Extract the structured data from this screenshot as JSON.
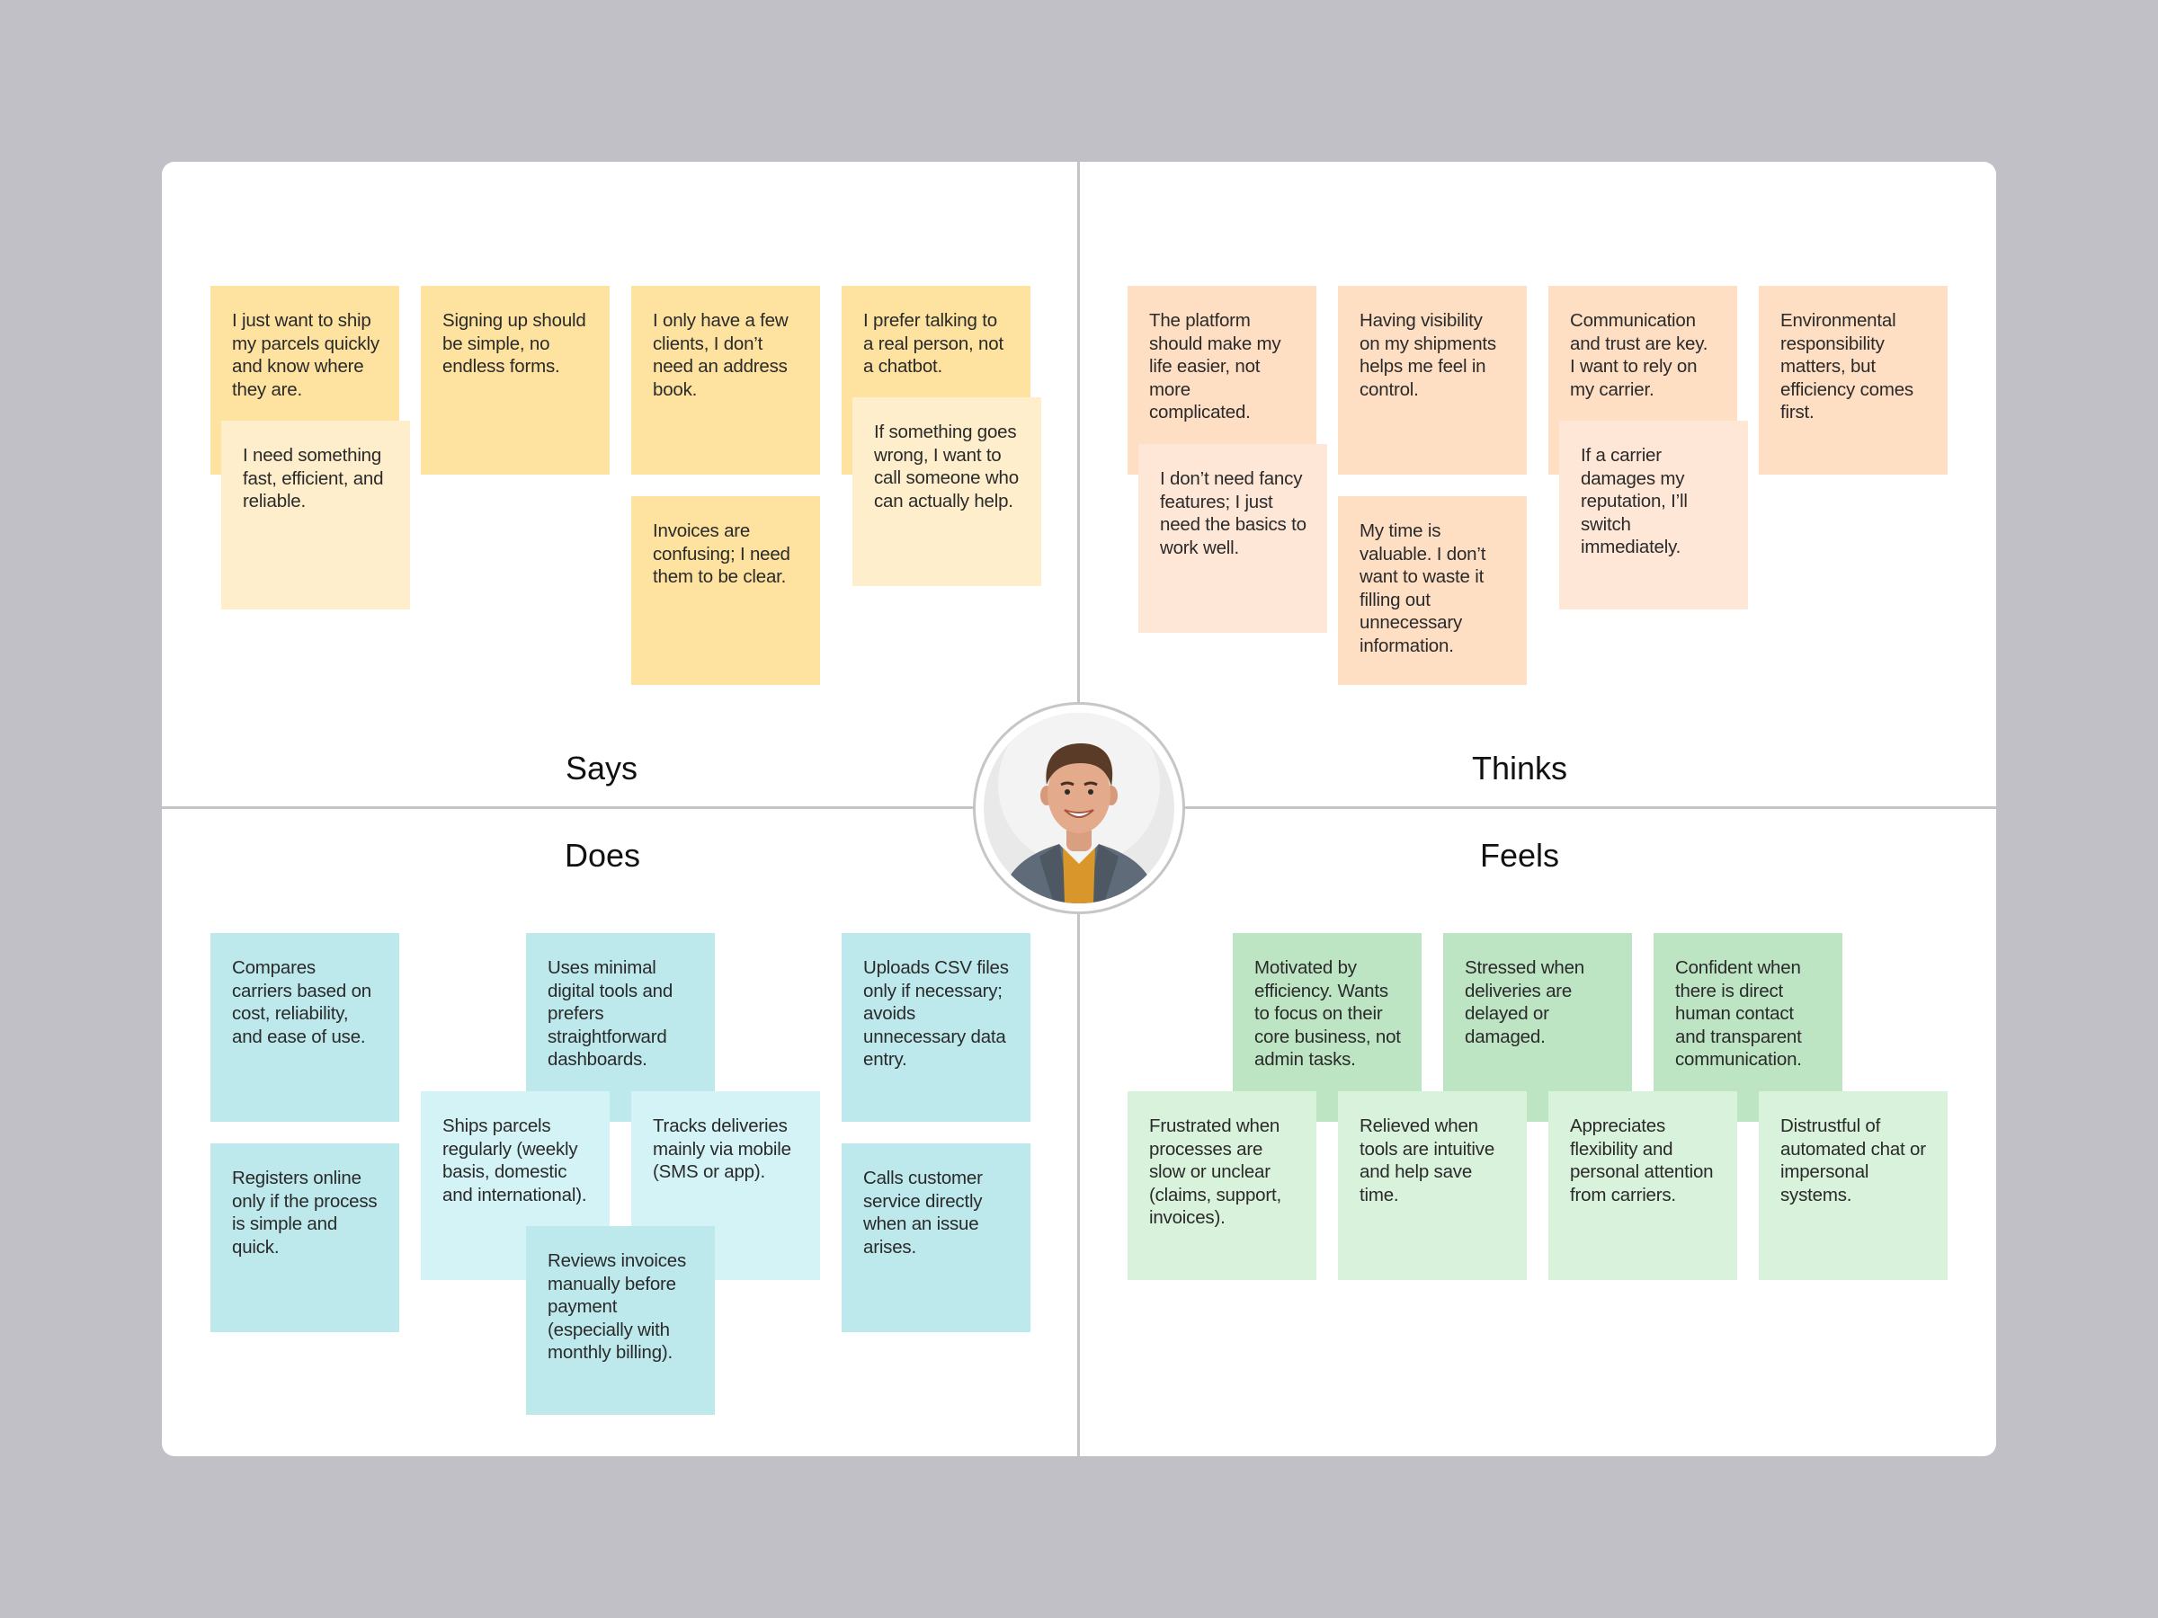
{
  "labels": {
    "says": "Says",
    "thinks": "Thinks",
    "does": "Does",
    "feels": "Feels"
  },
  "colors": {
    "says": "#fee29f",
    "says_light": "#ffeecb",
    "thinks": "#ffdfc4",
    "thinks_light": "#ffe7d8",
    "does": "#bde9ed",
    "does_light": "#d4f3f6",
    "feels": "#bde5c4",
    "feels_light": "#d9f2db"
  },
  "notes": {
    "says": [
      "I just want to ship my parcels quickly and know where they are.",
      "I need something fast, efficient, and reliable.",
      "Signing up should be simple, no endless forms.",
      "I only have a few clients, I don’t need an address book.",
      "Invoices are confusing; I need them to be clear.",
      "I prefer talking to a real person, not a chatbot.",
      "If something goes wrong, I want to call someone who can actually help."
    ],
    "thinks": [
      "The platform should make my life easier, not more complicated.",
      "I don’t need fancy features; I just need the basics to work well.",
      "Having visibility on my shipments helps me feel in control.",
      "My time is valuable. I don’t want to waste it filling out unnecessary information.",
      "Communication and trust are key. I want to rely on my carrier.",
      "If a carrier damages my reputation, I’ll switch immediately.",
      "Environmental responsibility matters, but efficiency comes first."
    ],
    "does": [
      "Compares carriers based on cost, reliability, and ease of use.",
      "Registers online only if the process is simple and quick.",
      "Uses minimal digital tools and prefers straightforward dashboards.",
      "Ships parcels regularly (weekly basis, domestic and international).",
      "Tracks deliveries mainly via mobile (SMS or app).",
      "Reviews invoices manually before payment (especially with monthly billing).",
      "Uploads CSV files only if necessary; avoids unnecessary data entry.",
      "Calls customer service directly when an issue arises."
    ],
    "feels": [
      "Motivated by efficiency. Wants to focus on their core business, not admin tasks.",
      "Stressed when deliveries are delayed or damaged.",
      "Confident when there is direct human contact and transparent communication.",
      "Frustrated when processes are slow or unclear (claims, support, invoices).",
      "Relieved when tools are intuitive and help save time.",
      "Appreciates flexibility and personal attention from carriers.",
      "Distrustful of automated chat or impersonal systems."
    ]
  }
}
